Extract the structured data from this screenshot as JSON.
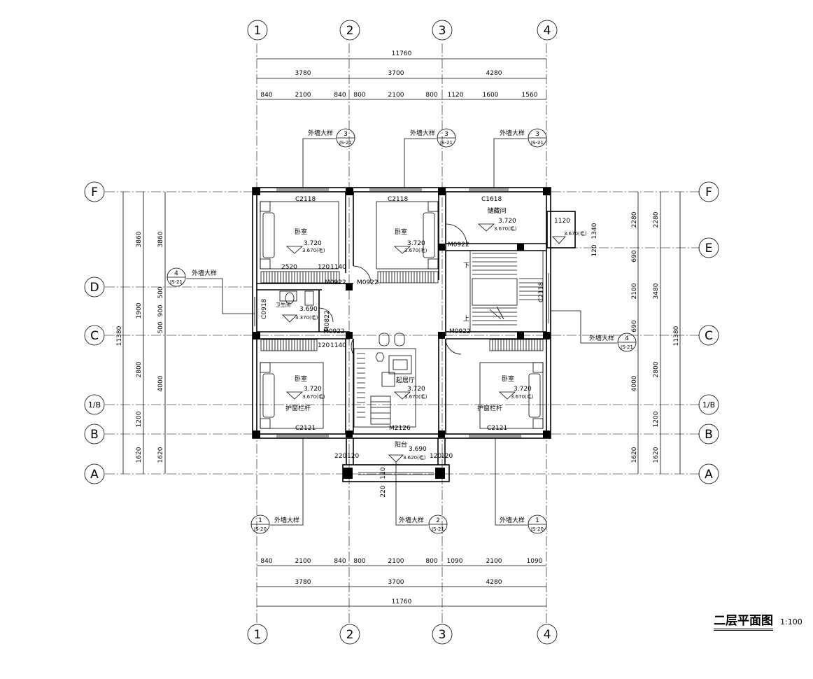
{
  "title": "二层平面图",
  "scale": "1:100",
  "axes": {
    "vertical": [
      "1",
      "2",
      "3",
      "4"
    ],
    "horizontal": [
      "F",
      "E",
      "D",
      "C",
      "1/B",
      "B",
      "A"
    ]
  },
  "dims": {
    "top_total": "11760",
    "top_bays": [
      "3780",
      "3700",
      "4280"
    ],
    "top_detail": [
      "840",
      "2100",
      "840",
      "800",
      "2100",
      "800",
      "1120",
      "1600",
      "1560"
    ],
    "bottom_detail": [
      "840",
      "2100",
      "840",
      "800",
      "2100",
      "800",
      "1090",
      "2100",
      "1090"
    ],
    "bottom_bays": [
      "3780",
      "3700",
      "4280"
    ],
    "bottom_total": "11760",
    "left_inner": [
      "500",
      "900",
      "500"
    ],
    "left_mid": [
      "3860",
      "1900",
      "2800",
      "1200",
      "1620"
    ],
    "left_outer": [
      "3860",
      "4000",
      "1620"
    ],
    "left_total": "11380",
    "right_inner": [
      "2280",
      "690",
      "2100",
      "690",
      "4000",
      "1620"
    ],
    "right_mid": [
      "2280",
      "3480",
      "2800",
      "1200",
      "1620"
    ],
    "right_total": "11380",
    "e_extra": [
      "1120",
      "1340",
      "120"
    ],
    "balcony": [
      "220",
      "120",
      "120",
      "120",
      "220",
      "110"
    ],
    "internal": [
      "2520",
      "120",
      "1140",
      "120",
      "1140"
    ]
  },
  "callouts": {
    "label": "外墙大样",
    "top": [
      {
        "num": "3",
        "ref": "JS-21"
      },
      {
        "num": "3",
        "ref": "JS-21"
      },
      {
        "num": "3",
        "ref": "JS-21"
      }
    ],
    "left": {
      "num": "4",
      "ref": "JS-21"
    },
    "right": {
      "num": "4",
      "ref": "JS-21"
    },
    "bottom": [
      {
        "num": "1",
        "ref": "JS-20"
      },
      {
        "num": "2",
        "ref": "JS-21"
      },
      {
        "num": "1",
        "ref": "JS-20"
      }
    ]
  },
  "rooms": {
    "bedroom_nw": {
      "name": "卧室",
      "elev": "3.720",
      "sub": "3.670(毛)"
    },
    "bedroom_n": {
      "name": "卧室",
      "elev": "3.720",
      "sub": "3.670(毛)"
    },
    "storage": {
      "name": "储藏间",
      "elev": "3.720",
      "sub": "3.670(毛)"
    },
    "wc": {
      "name": "卫生间",
      "elev": "3.690",
      "sub": "3.370(毛)"
    },
    "bedroom_sw": {
      "name": "卧室",
      "elev": "3.720",
      "sub": "3.670(毛)"
    },
    "lounge": {
      "name": "起居厅",
      "elev": "3.720",
      "sub": "3.670(毛)"
    },
    "bedroom_se": {
      "name": "卧室",
      "elev": "3.720",
      "sub": "3.670(毛)"
    },
    "balcony": {
      "name": "阳台",
      "elev": "3.690",
      "sub": "3.620(毛)"
    },
    "bay": {
      "elev": "3.670(毛)"
    }
  },
  "openings": {
    "windows": [
      "C2118",
      "C2118",
      "C1618",
      "C0918",
      "C2118",
      "C2121",
      "C2121"
    ],
    "doors": [
      "M0922",
      "M0922",
      "M0922",
      "M0822",
      "M0922",
      "M0922",
      "M2126"
    ],
    "rail": [
      "护窗栏杆",
      "护窗栏杆"
    ],
    "stair": [
      "下",
      "上"
    ]
  }
}
